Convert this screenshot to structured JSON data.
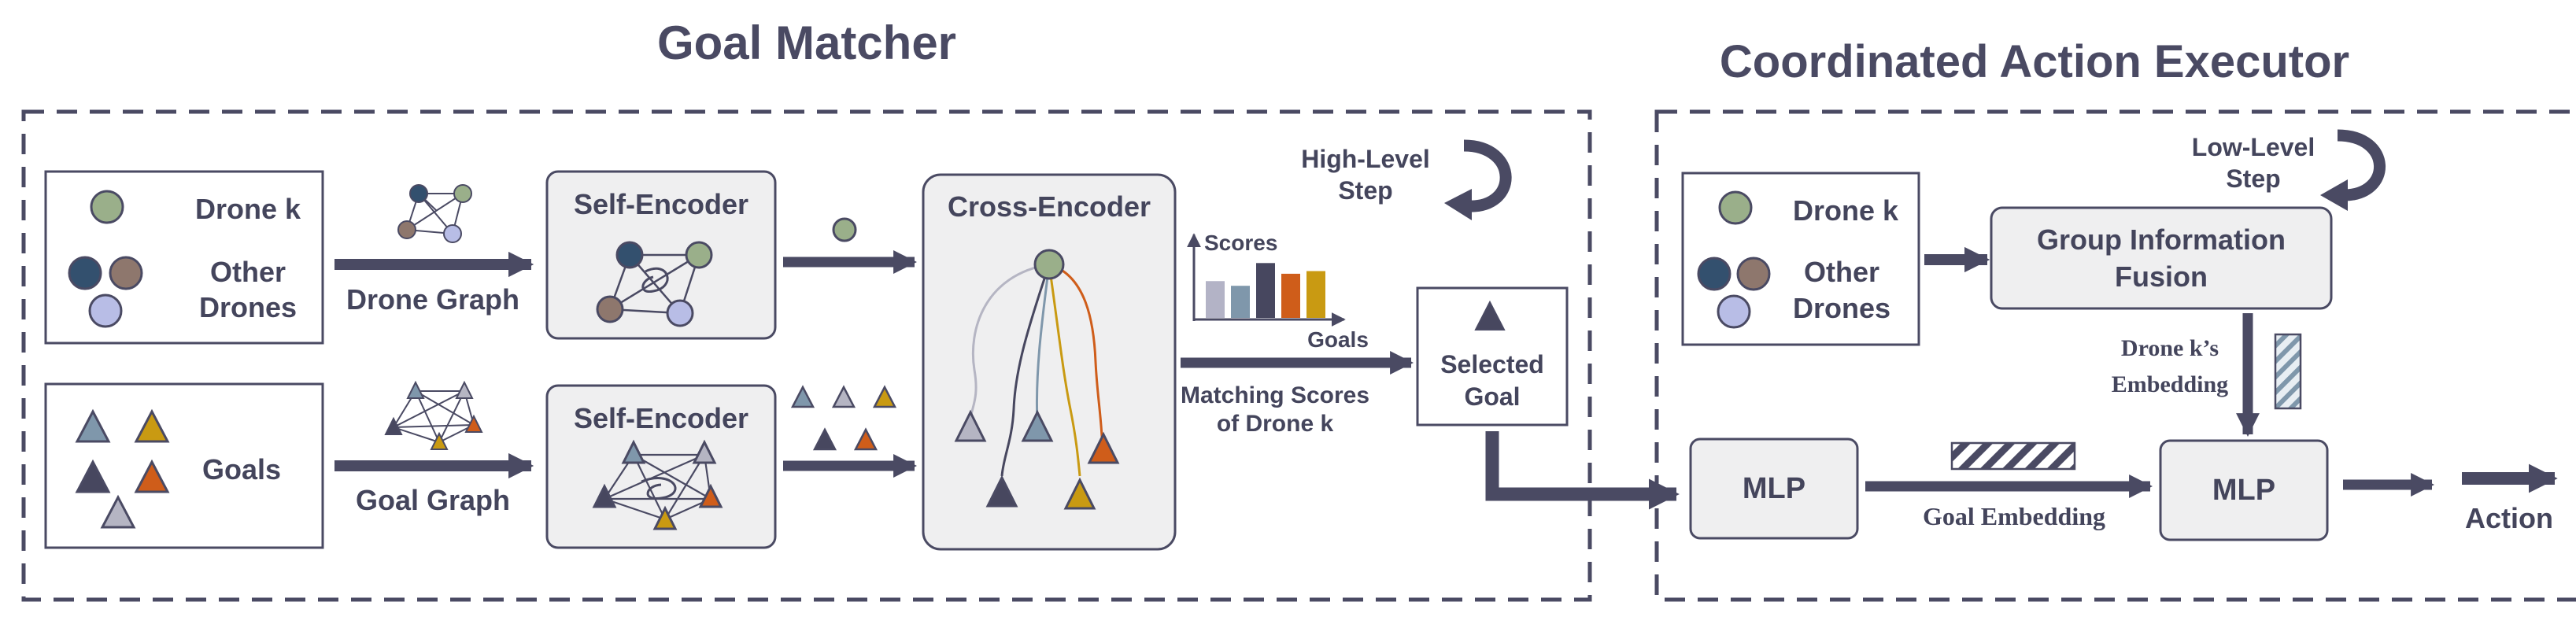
{
  "titles": {
    "goal_matcher": "Goal Matcher",
    "coordinated_action_executor": "Coordinated Action Executor"
  },
  "goal_matcher": {
    "drone_panel": {
      "drone_k": "Drone k",
      "other_line1": "Other",
      "other_line2": "Drones"
    },
    "goal_panel": {
      "goals": "Goals"
    },
    "drone_graph_label": "Drone Graph",
    "goal_graph_label": "Goal Graph",
    "self_encoder_top": "Self-Encoder",
    "self_encoder_bottom": "Self-Encoder",
    "cross_encoder": "Cross-Encoder",
    "high_level_step": {
      "line1": "High-Level",
      "line2": "Step"
    },
    "scores_chart": {
      "ylabel": "Scores",
      "xlabel": "Goals"
    },
    "matching_scores": {
      "line1": "Matching Scores",
      "line2": "of Drone k"
    },
    "selected_goal": {
      "line1": "Selected",
      "line2": "Goal"
    }
  },
  "executor": {
    "drone_panel": {
      "drone_k": "Drone k",
      "other_line1": "Other",
      "other_line2": "Drones"
    },
    "low_level_step": {
      "line1": "Low-Level",
      "line2": "Step"
    },
    "group_info_fusion": {
      "line1": "Group Information",
      "line2": "Fusion"
    },
    "drone_k_embedding": {
      "line1": "Drone k’s",
      "line2": "Embedding"
    },
    "mlp_left": "MLP",
    "mlp_right": "MLP",
    "goal_embedding": "Goal Embedding",
    "action": "Action"
  },
  "colors": {
    "dark": "#4a4a63",
    "box_fill": "#efeff0",
    "drone_k_green": "#9aaf8a",
    "navy": "#33506e",
    "brown": "#8e776d",
    "lavender": "#b8bde6",
    "goal_blue": "#7f97ab",
    "goal_gold": "#c99a12",
    "goal_dark": "#47475f",
    "goal_orange": "#cf5d1a",
    "goal_gray": "#b5b5c3"
  },
  "chart_data": {
    "type": "bar",
    "categories": [
      "",
      "",
      "",
      "",
      ""
    ],
    "values": [
      0.55,
      0.48,
      0.82,
      0.66,
      0.7
    ],
    "xlabel": "Goals",
    "ylabel": "Scores",
    "bar_colors": [
      "#b3b3c6",
      "#7f97ab",
      "#47475f",
      "#cf5d1a",
      "#c99a12"
    ]
  }
}
